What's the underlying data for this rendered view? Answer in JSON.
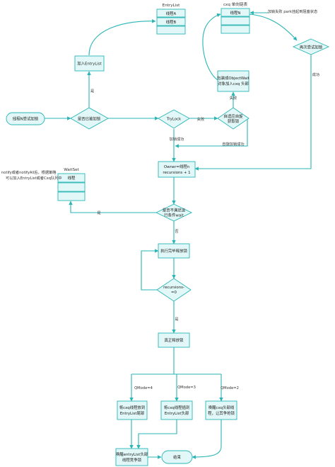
{
  "nodes": {
    "start": "线程N尝试加锁",
    "has_lock": "是否已被加锁",
    "join_entry": "加入EntryList",
    "trylock": "TryLock",
    "spin": [
      "自适应自旋",
      "获取锁"
    ],
    "wrap_node": [
      "包装成ObjectWait",
      "对象加入cxq 头部"
    ],
    "park_retry": "再次尝试加锁",
    "owner": [
      "Owner=线程n",
      "recursions + 1"
    ],
    "unmet": [
      "是否不满足运",
      "行条件wait"
    ],
    "exec_release": "执行完毕释放锁",
    "recursions": [
      "recursions-",
      "=0"
    ],
    "real_release": "真正释放锁",
    "qm4": [
      "将cxq线程放到",
      "EntryList尾部"
    ],
    "qm3": [
      "将cxq线程插到",
      "EntryList头部"
    ],
    "qm2": [
      "唤醒cxq头部线",
      "程，让其争抢锁"
    ],
    "wake_entry": [
      "唤醒entryList头部",
      "线程竞争锁"
    ],
    "end": "结束"
  },
  "lists": {
    "entry_title": "EntryList",
    "entry_items": [
      "线程A",
      "线程B",
      ""
    ],
    "cxq_title": "cxq 单向链表",
    "cxq_items": [
      "线程N",
      "",
      ""
    ],
    "wait_title": "WaitSet",
    "wait_items": [
      "线程",
      "",
      ""
    ]
  },
  "labels": {
    "yes1": "是",
    "fail": "失败",
    "fail2": "失败",
    "lock_success": "加锁成功",
    "spin_success": "自旋加锁成功",
    "park_fail": "加锁失败 park挂起到阻塞状态",
    "success": "成功",
    "yes2": "是",
    "no1": "否",
    "yes3": "是",
    "qm4": "QMode=4",
    "qm3": "QMode=3",
    "qm2": "QMode=2",
    "notify_note": [
      "notify或者notifyAll后，根据策略",
      "可以加入EntryList或者Cxq队列中"
    ]
  },
  "colors": {
    "line": "#2bb5b5",
    "fill": "#e2f7f7",
    "text": "#222222"
  }
}
